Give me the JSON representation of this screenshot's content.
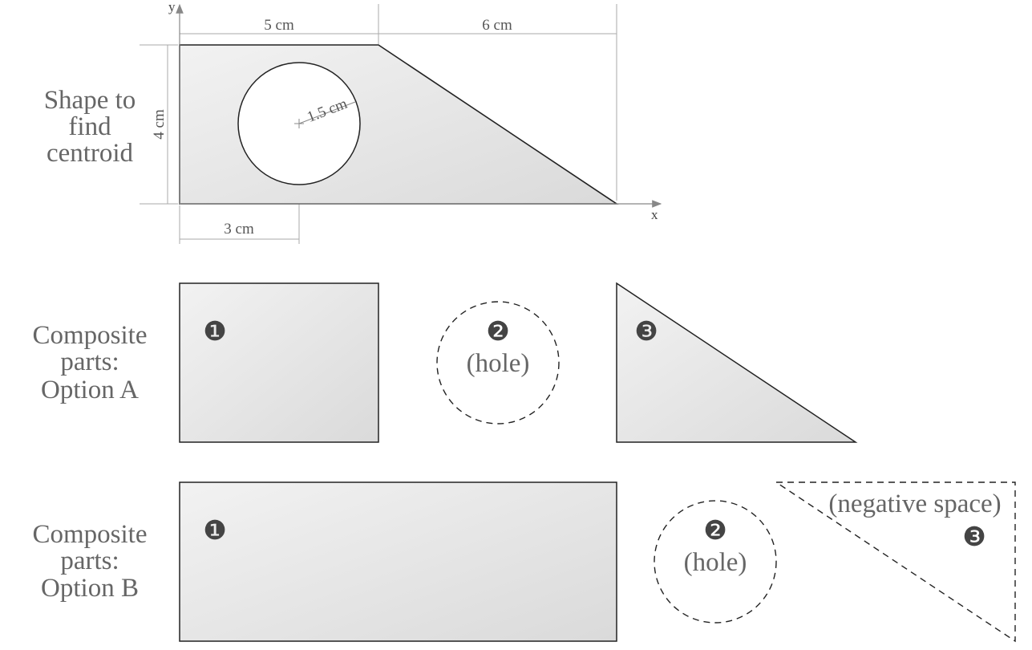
{
  "row_labels": {
    "main": [
      "Shape to",
      "find",
      "centroid"
    ],
    "option_a": [
      "Composite",
      "parts:",
      "Option A"
    ],
    "option_b": [
      "Composite",
      "parts:",
      "Option B"
    ]
  },
  "axes": {
    "x": "x",
    "y": "y"
  },
  "dimensions": {
    "top_left": "5 cm",
    "top_right": "6 cm",
    "height": "4 cm",
    "radius": "1.5 cm",
    "hole_x": "3 cm"
  },
  "parts": {
    "a1": "❶",
    "a2": "❷",
    "a2_note": "(hole)",
    "a3": "❸",
    "b1": "❶",
    "b2": "❷",
    "b2_note": "(hole)",
    "b3": "❸",
    "b3_note": "(negative space)"
  },
  "colors": {
    "fill_light": "#f0f0f0",
    "fill_dark": "#dcdcdc",
    "outline": "#222222",
    "dim_line": "#aaaaaa",
    "badge": "#444444",
    "label": "#666666"
  }
}
